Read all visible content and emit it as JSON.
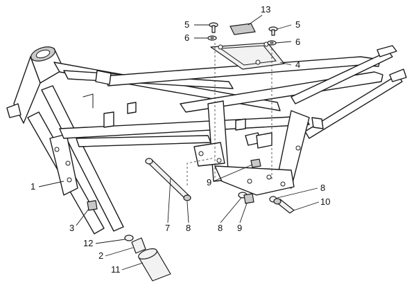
{
  "callouts": {
    "c1": "1",
    "c2": "2",
    "c3": "3",
    "c4": "4",
    "c5a": "5",
    "c5b": "5",
    "c6a": "6",
    "c6b": "6",
    "c7": "7",
    "c8a": "8",
    "c8b": "8",
    "c8c": "8",
    "c9a": "9",
    "c9b": "9",
    "c10": "10",
    "c11": "11",
    "c12": "12",
    "c13": "13"
  }
}
